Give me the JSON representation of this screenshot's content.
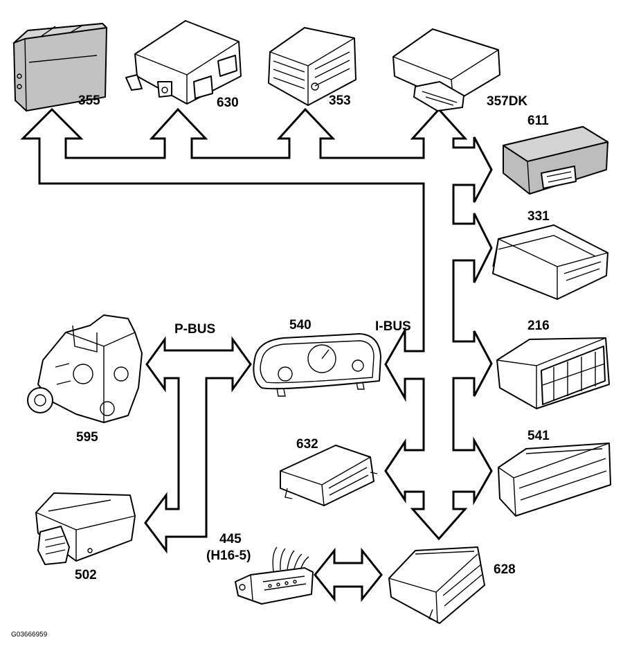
{
  "figure_id": "G03666959",
  "bus_labels": {
    "p_bus": "P-BUS",
    "i_bus": "I-BUS"
  },
  "components": {
    "c355": "355",
    "c630": "630",
    "c353": "353",
    "c357dk": "357DK",
    "c611": "611",
    "c331": "331",
    "c216": "216",
    "c541": "541",
    "c540": "540",
    "c595": "595",
    "c502": "502",
    "c632": "632",
    "c445": "445",
    "c445_sub": "(H16-5)",
    "c628": "628"
  }
}
